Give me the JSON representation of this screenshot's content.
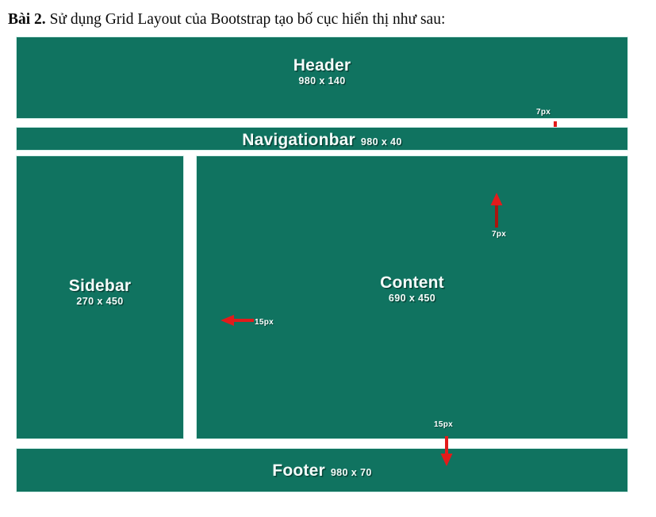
{
  "heading": {
    "lead": "Bài 2.",
    "rest": " Sử dụng Grid Layout của Bootstrap tạo bố cục hiển thị như sau:"
  },
  "colors": {
    "panel_green": "#107360",
    "panel_border": "#d7f2ec",
    "arrow_red": "#e21b1b",
    "label_white": "#f4fbf9",
    "page_background": "#ffffff"
  },
  "mockup": {
    "blocks": [
      {
        "key": "header",
        "title": "Header",
        "size": "980 x 140",
        "layout": "stacked"
      },
      {
        "key": "navigationbar",
        "title": "Navigationbar",
        "size": "980 x 40",
        "layout": "inline"
      },
      {
        "key": "sidebar",
        "title": "Sidebar",
        "size": "270 x 450",
        "layout": "stacked"
      },
      {
        "key": "content",
        "title": "Content",
        "size": "690 x 450",
        "layout": "stacked"
      },
      {
        "key": "footer",
        "title": "Footer",
        "size": "980 x 70",
        "layout": "inline"
      }
    ],
    "annotations": [
      {
        "key": "header_gap",
        "label": "7px",
        "direction": "down"
      },
      {
        "key": "content_gap",
        "label": "7px",
        "direction": "up"
      },
      {
        "key": "column_gap",
        "label": "15px",
        "direction": "left"
      },
      {
        "key": "bottom_gap",
        "label": "15px",
        "direction": "down"
      }
    ]
  }
}
